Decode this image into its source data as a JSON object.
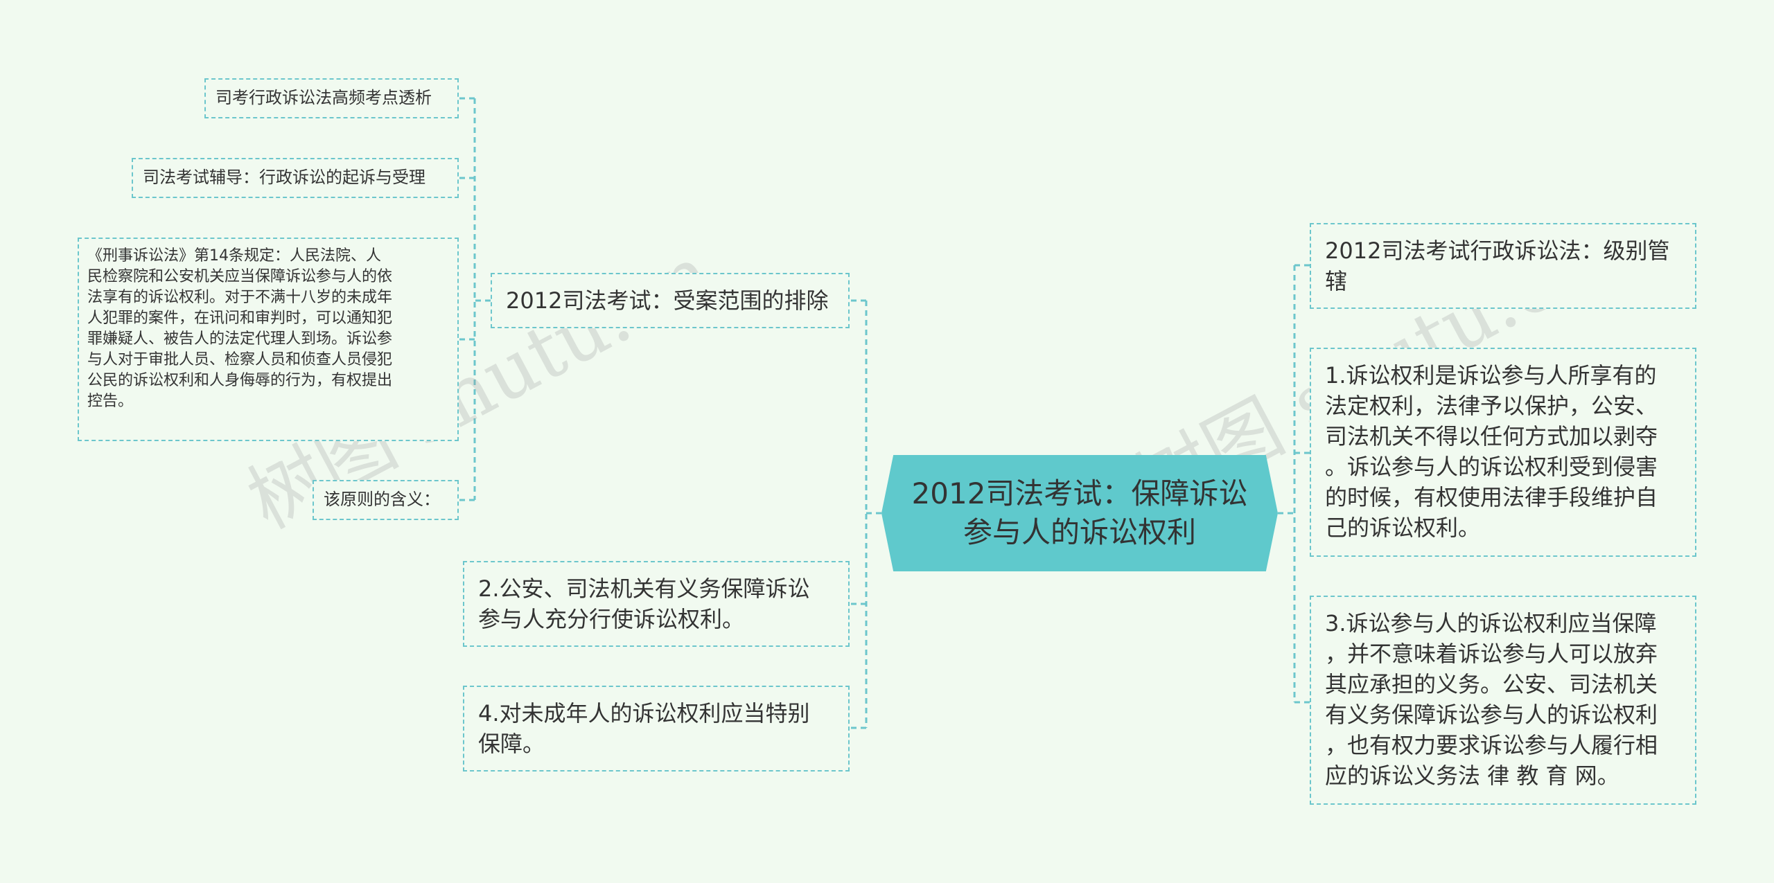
{
  "central": "2012司法考试：保障诉讼参与人的诉讼权利",
  "left_branches": [
    "2012司法考试：受案范围的排除",
    "2.公安、司法机关有义务保障诉讼\n参与人充分行使诉讼权利。",
    "4.对未成年人的诉讼权利应当特别\n保障。"
  ],
  "right_branches": [
    "2012司法考试行政诉讼法：级别管\n辖",
    "1.诉讼权利是诉讼参与人所享有的\n法定权利，法律予以保护，公安、\n司法机关不得以任何方式加以剥夺\n。诉讼参与人的诉讼权利受到侵害\n的时候，有权使用法律手段维护自\n己的诉讼权利。",
    "3.诉讼参与人的诉讼权利应当保障\n，并不意味着诉讼参与人可以放弃\n其应承担的义务。公安、司法机关\n有义务保障诉讼参与人的诉讼权利\n，也有权力要求诉讼参与人履行相\n应的诉讼义务法 律 教 育 网。"
  ],
  "sub_branches": [
    "司考行政诉讼法高频考点透析",
    "司法考试辅导：行政诉讼的起诉与受理",
    "《刑事诉讼法》第14条规定：人民法院、人\n民检察院和公安机关应当保障诉讼参与人的依\n法享有的诉讼权利。对于不满十八岁的未成年\n人犯罪的案件，在讯问和审判时，可以通知犯\n罪嫌疑人、被告人的法定代理人到场。诉讼参\n与人对于审批人员、检察人员和侦查人员侵犯\n公民的诉讼权利和人身侮辱的行为，有权提出\n控告。",
    "该原则的含义："
  ],
  "watermark": "树图 shutu.cn",
  "colors": {
    "background": "#f1faf0",
    "central_fill": "#5fc9cc",
    "connector": "#6cc6cc",
    "text": "#333333"
  }
}
